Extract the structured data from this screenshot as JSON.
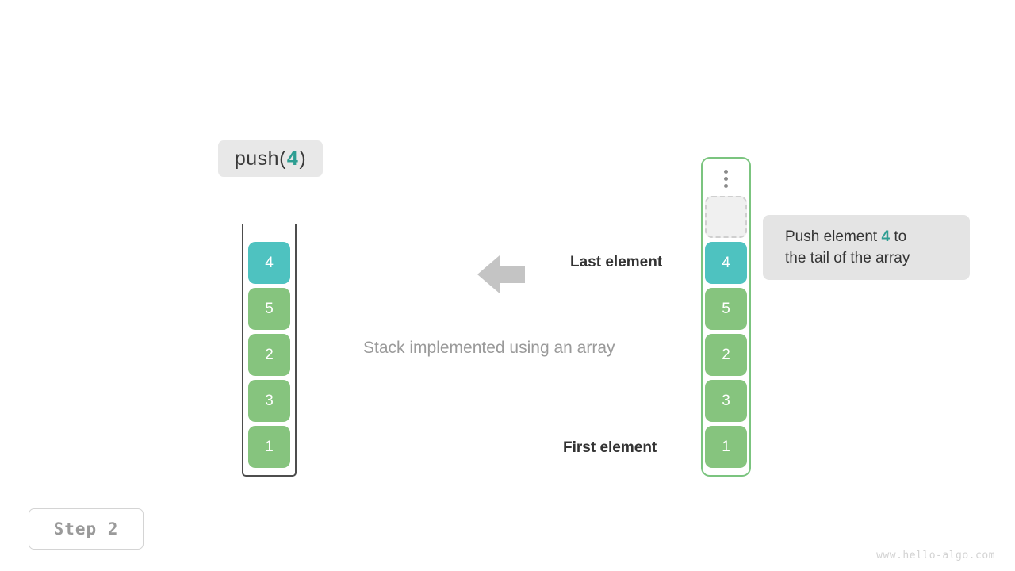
{
  "operation": {
    "prefix": "push(",
    "value": "4",
    "suffix": ")"
  },
  "stack": {
    "caption": "Stack implemented using an array",
    "cells_bottom_to_top": [
      {
        "value": "1",
        "color": "green"
      },
      {
        "value": "3",
        "color": "green"
      },
      {
        "value": "2",
        "color": "green"
      },
      {
        "value": "5",
        "color": "green"
      },
      {
        "value": "4",
        "color": "teal"
      }
    ]
  },
  "array": {
    "ellipsis": "vertical-ellipsis",
    "cells_bottom_to_top": [
      {
        "value": "1",
        "color": "green"
      },
      {
        "value": "3",
        "color": "green"
      },
      {
        "value": "2",
        "color": "green"
      },
      {
        "value": "5",
        "color": "green"
      },
      {
        "value": "4",
        "color": "teal"
      },
      {
        "value": "",
        "color": "empty"
      }
    ]
  },
  "annotations": {
    "last_element": "Last element",
    "first_element": "First element",
    "arrow": "left-arrow-icon"
  },
  "tooltip": {
    "line1_before": "Push element ",
    "line1_accent": "4",
    "line1_after": " to",
    "line2": "the tail of the array"
  },
  "footer": {
    "step": "Step 2",
    "watermark": "www.hello-algo.com"
  },
  "colors": {
    "teal": "#4ec2c0",
    "green": "#86c47e",
    "accent_text": "#2e9e92",
    "array_border": "#7bc47f",
    "stack_border": "#4d4d4d",
    "chip_bg": "#e8e8e8",
    "tooltip_bg": "#e4e4e4",
    "arrow": "#c4c4c4",
    "caption_text": "#9a9a9a"
  }
}
